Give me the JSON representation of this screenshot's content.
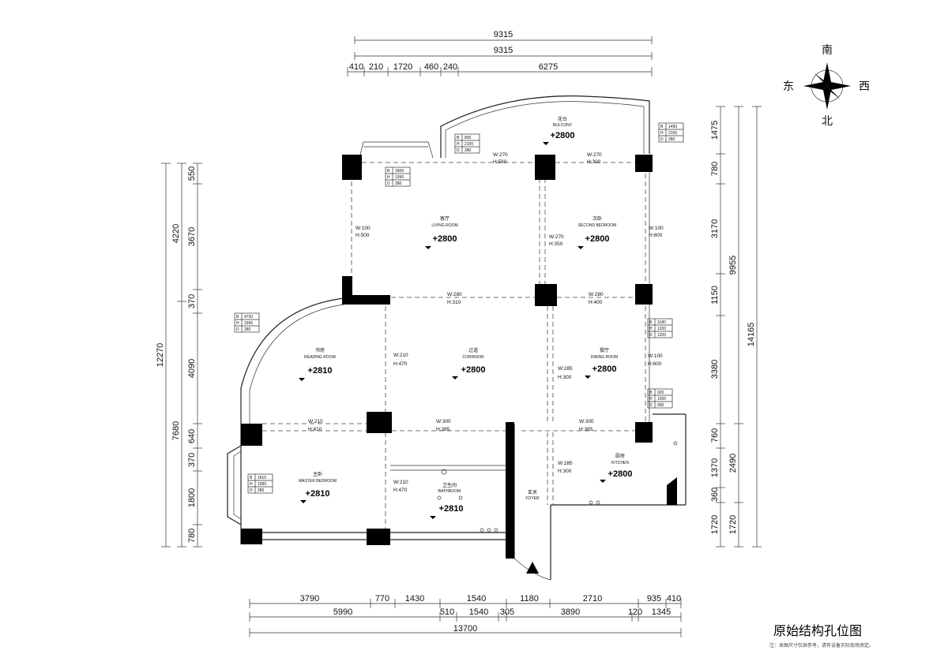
{
  "compass": {
    "south": "南",
    "north": "北",
    "east": "东",
    "west": "西"
  },
  "title": "原始结构孔位图",
  "note": "注：本图尺寸仅供参考，请有设备实际现场测定。",
  "top_dims": {
    "overall_a": "9315",
    "overall_b": "9315",
    "segments": [
      "410",
      "210",
      "1720",
      "460",
      "240",
      "6275"
    ]
  },
  "bottom_dims": {
    "row1": [
      "3790",
      "770",
      "1430",
      "1540",
      "1180",
      "2710",
      "935",
      "410"
    ],
    "row2": [
      "5990",
      "510",
      "1540",
      "305",
      "3890",
      "120",
      "1345"
    ],
    "overall": "13700"
  },
  "left_dims": {
    "inner": [
      "550",
      "3670",
      "370",
      "4090",
      "640",
      "370",
      "1800",
      "780"
    ],
    "mid": [
      "4220",
      "7680"
    ],
    "outer": "12270"
  },
  "right_dims": {
    "inner": [
      "1475",
      "780",
      "3170",
      "1150",
      "3380",
      "760",
      "1370",
      "360",
      "1720"
    ],
    "mid": [
      "9955",
      "2490",
      "1720"
    ],
    "outer": "14165"
  },
  "rooms": [
    {
      "cn": "花台",
      "en": "BULCONY",
      "elev": "+2800"
    },
    {
      "cn": "客厅",
      "en": "LIVING ROOM",
      "elev": "+2800"
    },
    {
      "cn": "次卧",
      "en": "SECOND BEDROOM",
      "elev": "+2800"
    },
    {
      "cn": "书房",
      "en": "READING ROOM",
      "elev": "+2810"
    },
    {
      "cn": "过道",
      "en": "CORRIDOR",
      "elev": "+2800"
    },
    {
      "cn": "餐厅",
      "en": "DINING ROOM",
      "elev": "+2800"
    },
    {
      "cn": "主卧",
      "en": "MASTER BEDROOM",
      "elev": "+2810"
    },
    {
      "cn": "卫生间",
      "en": "BATHROOM",
      "elev": "+2810"
    },
    {
      "cn": "玄关",
      "en": "FOYER",
      "elev": ""
    },
    {
      "cn": "厨房",
      "en": "KITCHEN",
      "elev": "+2800"
    }
  ],
  "beams": [
    {
      "w": "W:270",
      "h": "H:560"
    },
    {
      "w": "W:270",
      "h": "H:300"
    },
    {
      "w": "W:100",
      "h": "H:500"
    },
    {
      "w": "W:270",
      "h": "H:350"
    },
    {
      "w": "W:100",
      "h": "H:600"
    },
    {
      "w": "W:280",
      "h": "H:310"
    },
    {
      "w": "W:280",
      "h": "H:400"
    },
    {
      "w": "W:210",
      "h": "H:470"
    },
    {
      "w": "W:285",
      "h": "H:300"
    },
    {
      "w": "W:100",
      "h": "H:600"
    },
    {
      "w": "W:210",
      "h": "H:410"
    },
    {
      "w": "W:300",
      "h": "H:385"
    },
    {
      "w": "W:300",
      "h": "H:385"
    },
    {
      "w": "W:210",
      "h": "H:470"
    },
    {
      "w": "W:285",
      "h": "H:300"
    }
  ],
  "windows": [
    {
      "rows": [
        [
          "B",
          "800"
        ],
        [
          "H",
          "2155"
        ],
        [
          "D",
          "280"
        ]
      ]
    },
    {
      "rows": [
        [
          "B",
          "1490"
        ],
        [
          "H",
          "2155"
        ],
        [
          "D",
          "280"
        ]
      ]
    },
    {
      "rows": [
        [
          "B",
          "1800"
        ],
        [
          "H",
          "1990"
        ],
        [
          "D",
          "280"
        ]
      ]
    },
    {
      "rows": [
        [
          "B",
          "4730"
        ],
        [
          "H",
          "1995"
        ],
        [
          "D",
          "280"
        ]
      ]
    },
    {
      "rows": [
        [
          "B",
          "1180"
        ],
        [
          "H",
          "1200"
        ],
        [
          "D",
          "1200"
        ]
      ]
    },
    {
      "rows": [
        [
          "B",
          "920"
        ],
        [
          "H",
          "1500"
        ],
        [
          "D",
          "900"
        ]
      ]
    },
    {
      "rows": [
        [
          "B",
          "1810"
        ],
        [
          "H",
          "1990"
        ],
        [
          "D",
          "280"
        ]
      ]
    }
  ]
}
